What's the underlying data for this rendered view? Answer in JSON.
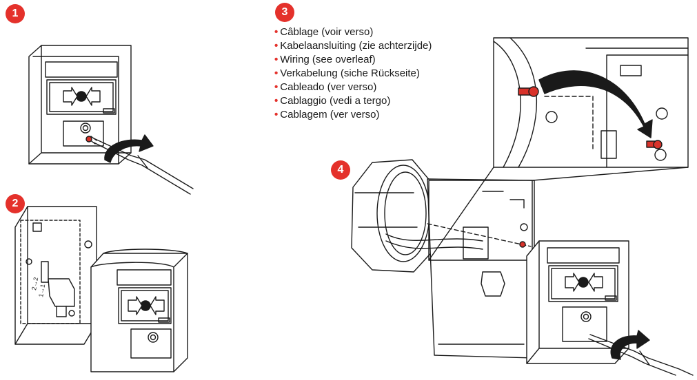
{
  "steps": {
    "step1": "1",
    "step2": "2",
    "step3": "3",
    "step4": "4"
  },
  "wiring_notes": [
    "Câblage (voir verso)",
    "Kabelaansluiting (zie achterzijde)",
    "Wiring (see overleaf)",
    "Verkabelung (siche Rückseite)",
    "Cableado (ver verso)",
    "Cablaggio (vedi a tergo)",
    "Cablagem (ver verso)"
  ],
  "bullet_symbol": "•",
  "device_marks": {
    "terminal_label": "1→1",
    "terminal_label2": "2→2"
  },
  "colors": {
    "accent": "#e4312b",
    "line": "#1a1a1a",
    "screw_red": "#d8322a"
  },
  "icons": [
    "screwdriver-icon",
    "rotation-arrow-icon",
    "screw-icon",
    "press-arrow-icon"
  ]
}
